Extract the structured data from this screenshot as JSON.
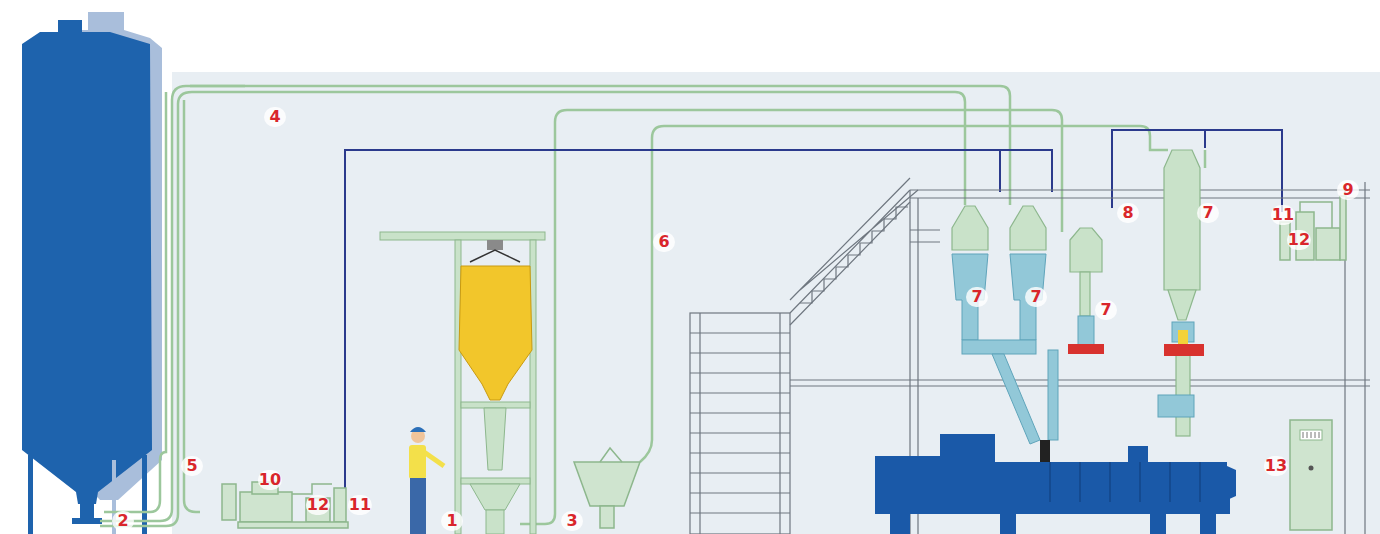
{
  "diagram": {
    "labels": [
      "4",
      "9",
      "8",
      "7",
      "11",
      "6",
      "12",
      "7",
      "7",
      "7",
      "13",
      "5",
      "10",
      "12",
      "11",
      "1",
      "2",
      "3"
    ]
  }
}
